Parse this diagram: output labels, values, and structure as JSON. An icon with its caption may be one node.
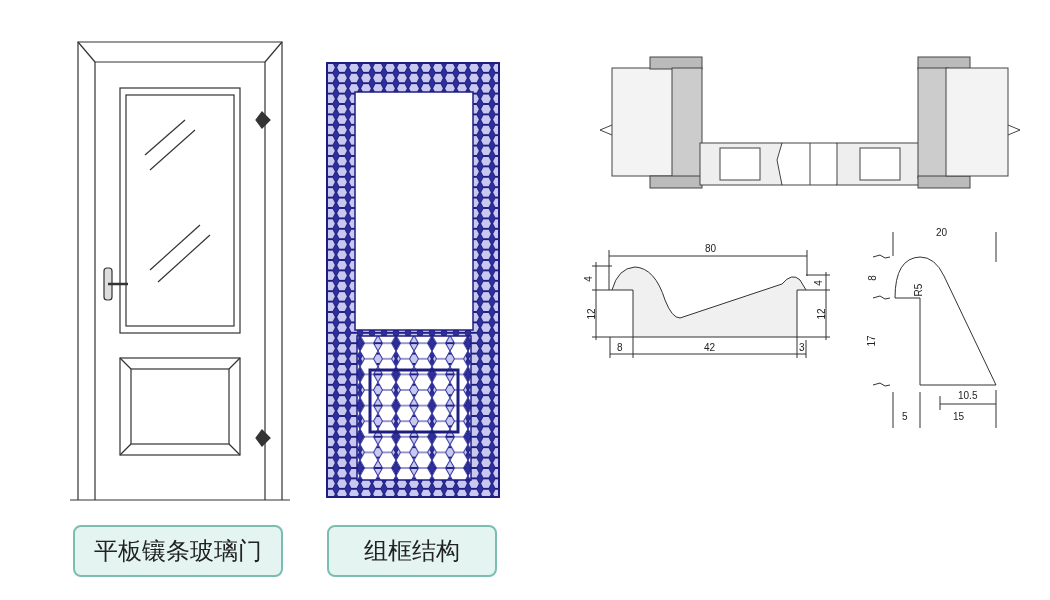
{
  "diagram": {
    "nodes": [
      {
        "text": [
          "平板镶条玻璃门"
        ]
      },
      {
        "text": [
          "组框结构"
        ]
      }
    ],
    "labels": [
      "80",
      "4",
      "4",
      "12",
      "12",
      "8",
      "42",
      "3",
      "20",
      "8",
      "R5",
      "17",
      "10.5",
      "5",
      "15"
    ]
  }
}
